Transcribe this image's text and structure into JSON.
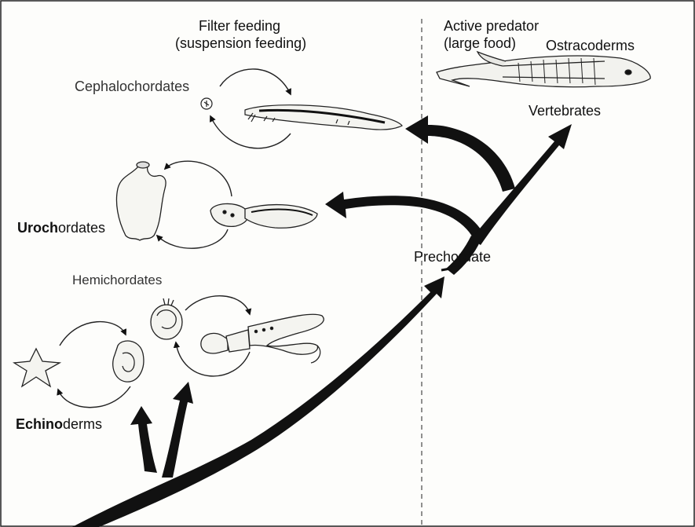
{
  "labels": {
    "filter_feeding_line1": "Filter feeding",
    "filter_feeding_line2": "(suspension feeding)",
    "active_predator_line1": "Active predator",
    "active_predator_line2": "(large food)",
    "ostracoderms": "Ostracoderms",
    "vertebrates": "Vertebrates",
    "cephalochordates": "Cephalochordates",
    "urochordates_bold": "Uroch",
    "urochordates_rest": "ordates",
    "prechordate": "Prechordate",
    "hemichordates": "Hemichordates",
    "echinoderms_bold": "Echino",
    "echinoderms_rest": "derms"
  },
  "colors": {
    "ink": "#111111",
    "paper": "#fdfdfb",
    "divider": "#555555"
  },
  "icons": [
    "ostracoderm-fish-icon",
    "amphioxus-icon",
    "tunicate-adult-icon",
    "tadpole-larva-icon",
    "acorn-worm-icon",
    "tornaria-larva-icon",
    "starfish-icon",
    "bipinnaria-larva-icon"
  ]
}
